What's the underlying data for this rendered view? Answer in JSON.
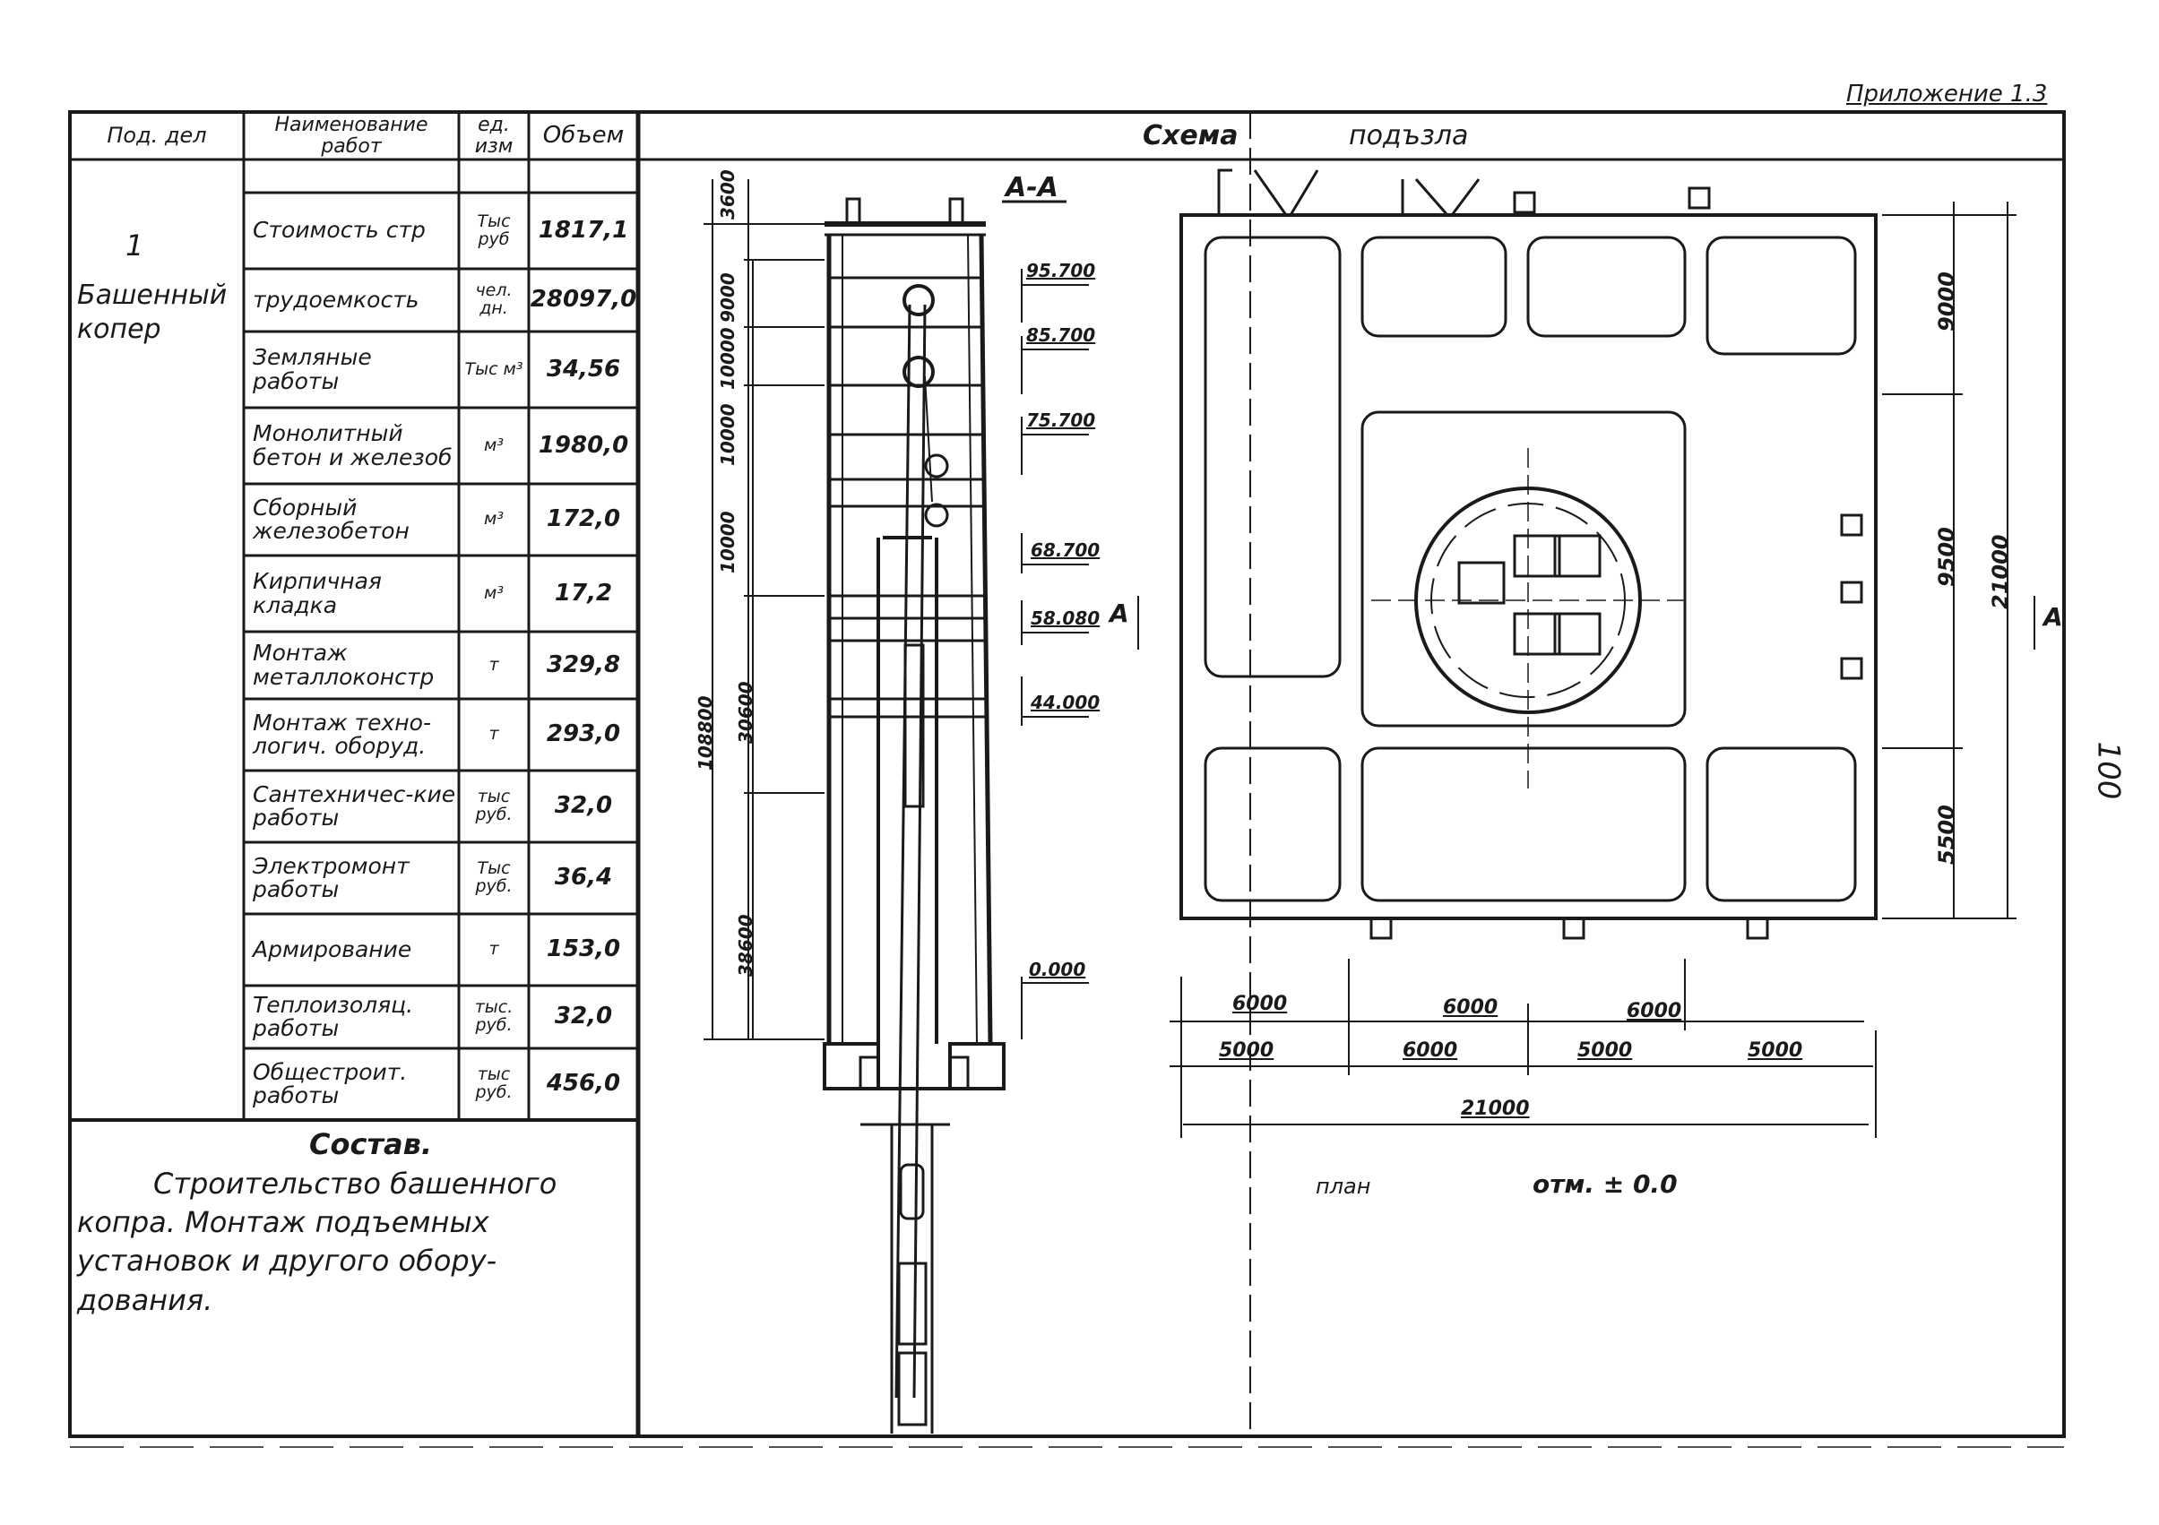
{
  "appendix": "Приложение 1.3",
  "page_number": "100",
  "header": {
    "col_object": "Под. дел",
    "col_work": "Наименование работ",
    "col_unit": "ед. изм",
    "col_volume": "Объем",
    "scheme_title": "Схема",
    "scheme_subtitle": "подъзла"
  },
  "object": {
    "number": "1",
    "name_line1": "Башенный",
    "name_line2": "копер"
  },
  "rows": [
    {
      "work": "Стоимость стр",
      "unit": "Тыс руб",
      "volume": "1817,1"
    },
    {
      "work": "трудоемкость",
      "unit": "чел. дн.",
      "volume": "28097,0"
    },
    {
      "work": "Земляные работы",
      "unit": "Тыс м³",
      "volume": "34,56"
    },
    {
      "work": "Монолитный бетон и железоб",
      "unit": "м³",
      "volume": "1980,0"
    },
    {
      "work": "Сборный железобетон",
      "unit": "м³",
      "volume": "172,0"
    },
    {
      "work": "Кирпичная кладка",
      "unit": "м³",
      "volume": "17,2"
    },
    {
      "work": "Монтаж металлоконстр",
      "unit": "т",
      "volume": "329,8"
    },
    {
      "work": "Монтаж техно-логич. оборуд.",
      "unit": "т",
      "volume": "293,0"
    },
    {
      "work": "Сантехничес-кие работы",
      "unit": "тыс руб.",
      "volume": "32,0"
    },
    {
      "work": "Электромонт работы",
      "unit": "Тыс руб.",
      "volume": "36,4"
    },
    {
      "work": "Армирование",
      "unit": "т",
      "volume": "153,0"
    },
    {
      "work": "Теплоизоляц. работы",
      "unit": "тыс. руб.",
      "volume": "32,0"
    },
    {
      "work": "Общестроит. работы",
      "unit": "тыс руб.",
      "volume": "456,0"
    }
  ],
  "composition": {
    "title": "Состав.",
    "text": "Строительство башенного копра. Монтаж подъемных установок и другого обору-дования."
  },
  "section": {
    "label": "А-А",
    "levels": [
      "95.700",
      "85.700",
      "75.700",
      "68.700",
      "58.080",
      "44.000",
      "0.000"
    ],
    "vertical_dims": [
      "3600",
      "9000",
      "10000",
      "10000",
      "10000",
      "108800",
      "30600",
      "38600"
    ]
  },
  "plan": {
    "label": "план",
    "mark": "отм. ± 0.0",
    "section_mark": "А",
    "dims_right": [
      "9000",
      "9500",
      "5500",
      "21000"
    ],
    "dims_bottom_row1": [
      "6000",
      "6000",
      "6000"
    ],
    "dims_bottom_row2": [
      "5000",
      "6000",
      "5000",
      "5000"
    ],
    "dims_total": "21000"
  }
}
